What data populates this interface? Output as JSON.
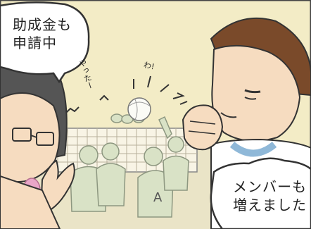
{
  "comic": {
    "bubble_left_text": "助成金も\n申請中",
    "bubble_right_text": "メンバーも\n増えました",
    "sfx_cheer": "やったー",
    "sfx_wow": "わ!",
    "jersey_letter": "A"
  },
  "colors": {
    "background": "#f3ecc6",
    "gym_wall": "#f3ecc6",
    "net": "#d8d2c0",
    "player_fill": "#d9e2c6",
    "skin": "#f6dcc0",
    "hair": "#7a4a2a",
    "shirt_main": "#ffffff",
    "shirt_trim": "#8fb8d8",
    "woman_hair": "#555555",
    "woman_cheek": "#e9a6c8",
    "bubble": "#ffffff",
    "ink": "#333333"
  }
}
